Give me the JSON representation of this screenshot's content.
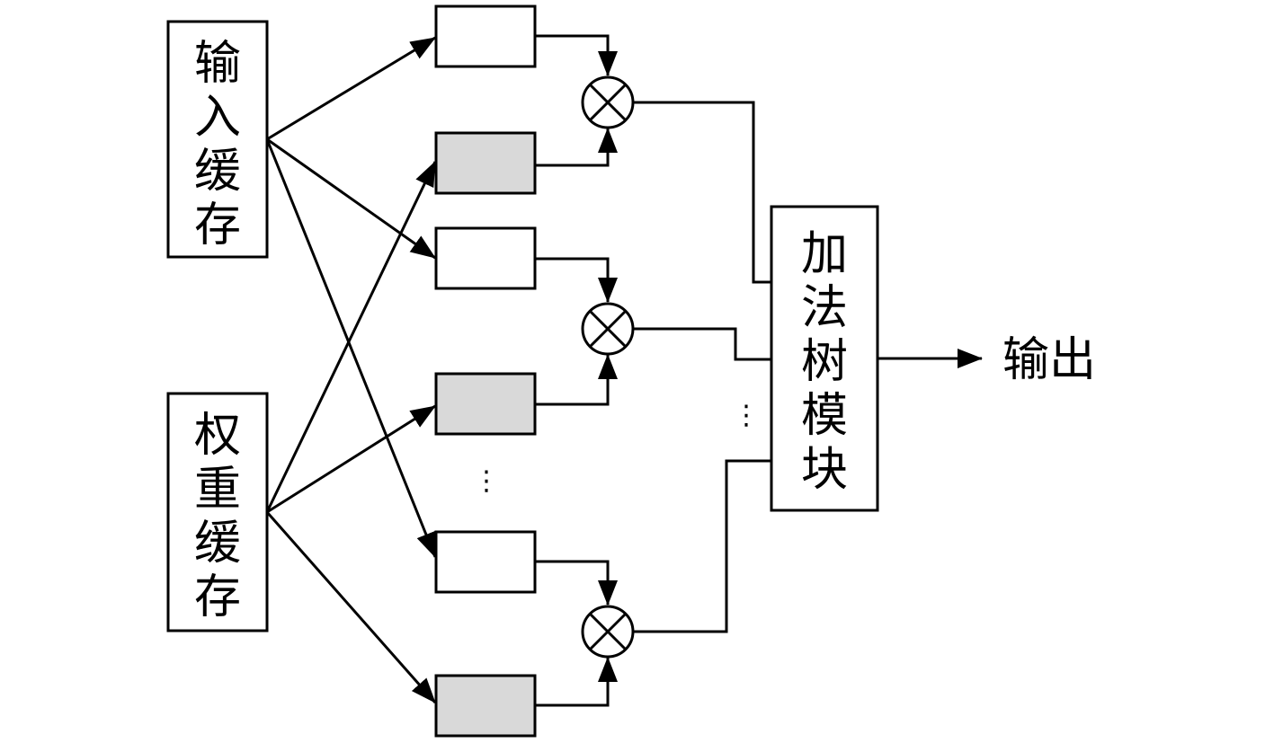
{
  "input_buffer": {
    "chars": [
      "输",
      "入",
      "缓",
      "存"
    ]
  },
  "weight_buffer": {
    "chars": [
      "权",
      "重",
      "缓",
      "存"
    ]
  },
  "adder_tree": {
    "chars": [
      "加",
      "法",
      "树",
      "模",
      "块"
    ]
  },
  "output": {
    "label": "输出"
  },
  "ellipsis": {
    "symbol": "⋮"
  },
  "colors": {
    "line": "#000000",
    "weight_register_fill": "#d9d9d9",
    "input_register_fill": "#ffffff"
  }
}
